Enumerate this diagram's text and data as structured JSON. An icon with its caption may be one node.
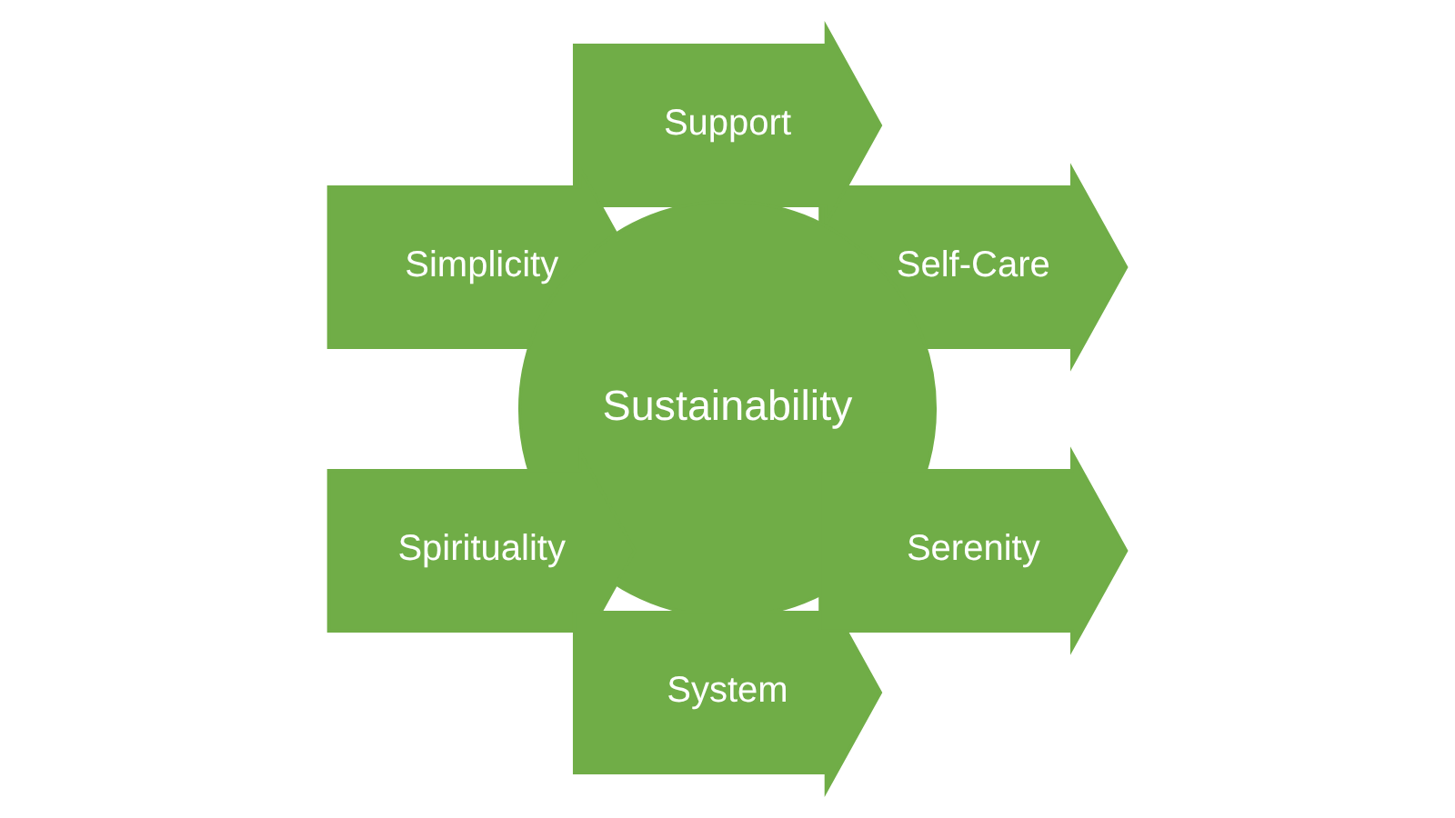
{
  "diagram": {
    "nodes": [
      {
        "text": [
          "Self-Care"
        ]
      },
      {
        "text": [
          "Support"
        ]
      },
      {
        "text": [
          "Simplicity"
        ]
      },
      {
        "text": [
          "Sustainability"
        ]
      },
      {
        "text": [
          "Spirituality"
        ]
      },
      {
        "text": [
          "System"
        ]
      },
      {
        "text": [
          "Serenity"
        ]
      }
    ]
  }
}
